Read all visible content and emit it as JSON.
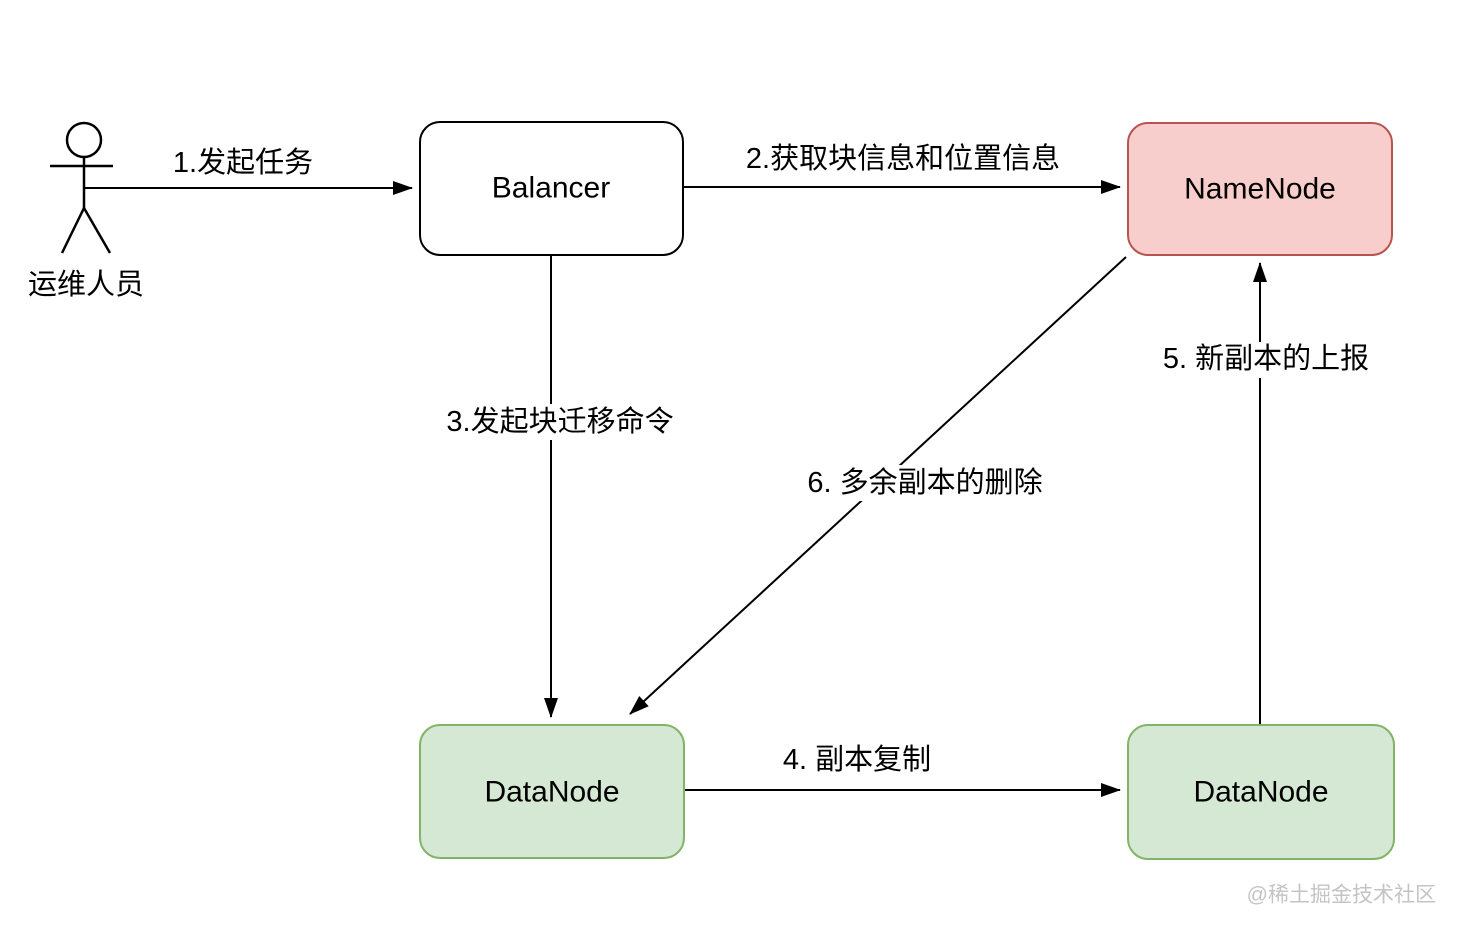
{
  "diagram": {
    "title_hint": "HDFS Balancer block rebalancing flow",
    "actor": {
      "label": "运维人员"
    },
    "nodes": {
      "balancer": {
        "label": "Balancer",
        "fill": "#ffffff",
        "stroke": "#000000"
      },
      "namenode": {
        "label": "NameNode",
        "fill": "#f8cecc",
        "stroke": "#b85450"
      },
      "datanode_left": {
        "label": "DataNode",
        "fill": "#d5e8d4",
        "stroke": "#82b366"
      },
      "datanode_right": {
        "label": "DataNode",
        "fill": "#d5e8d4",
        "stroke": "#82b366"
      }
    },
    "edges": {
      "e1": {
        "label": "1.发起任务",
        "from": "actor",
        "to": "balancer"
      },
      "e2": {
        "label": "2.获取块信息和位置信息",
        "from": "balancer",
        "to": "namenode"
      },
      "e3": {
        "label": "3.发起块迁移命令",
        "from": "balancer",
        "to": "datanode_left"
      },
      "e4": {
        "label": "4. 副本复制",
        "from": "datanode_left",
        "to": "datanode_right"
      },
      "e5": {
        "label": "5. 新副本的上报",
        "from": "datanode_right",
        "to": "namenode"
      },
      "e6": {
        "label": "6. 多余副本的删除",
        "from": "namenode",
        "to": "datanode_left"
      }
    },
    "watermark": "@稀土掘金技术社区",
    "colors": {
      "line": "#000000",
      "watermark": "#c4c4c4",
      "background": "#ffffff"
    }
  }
}
